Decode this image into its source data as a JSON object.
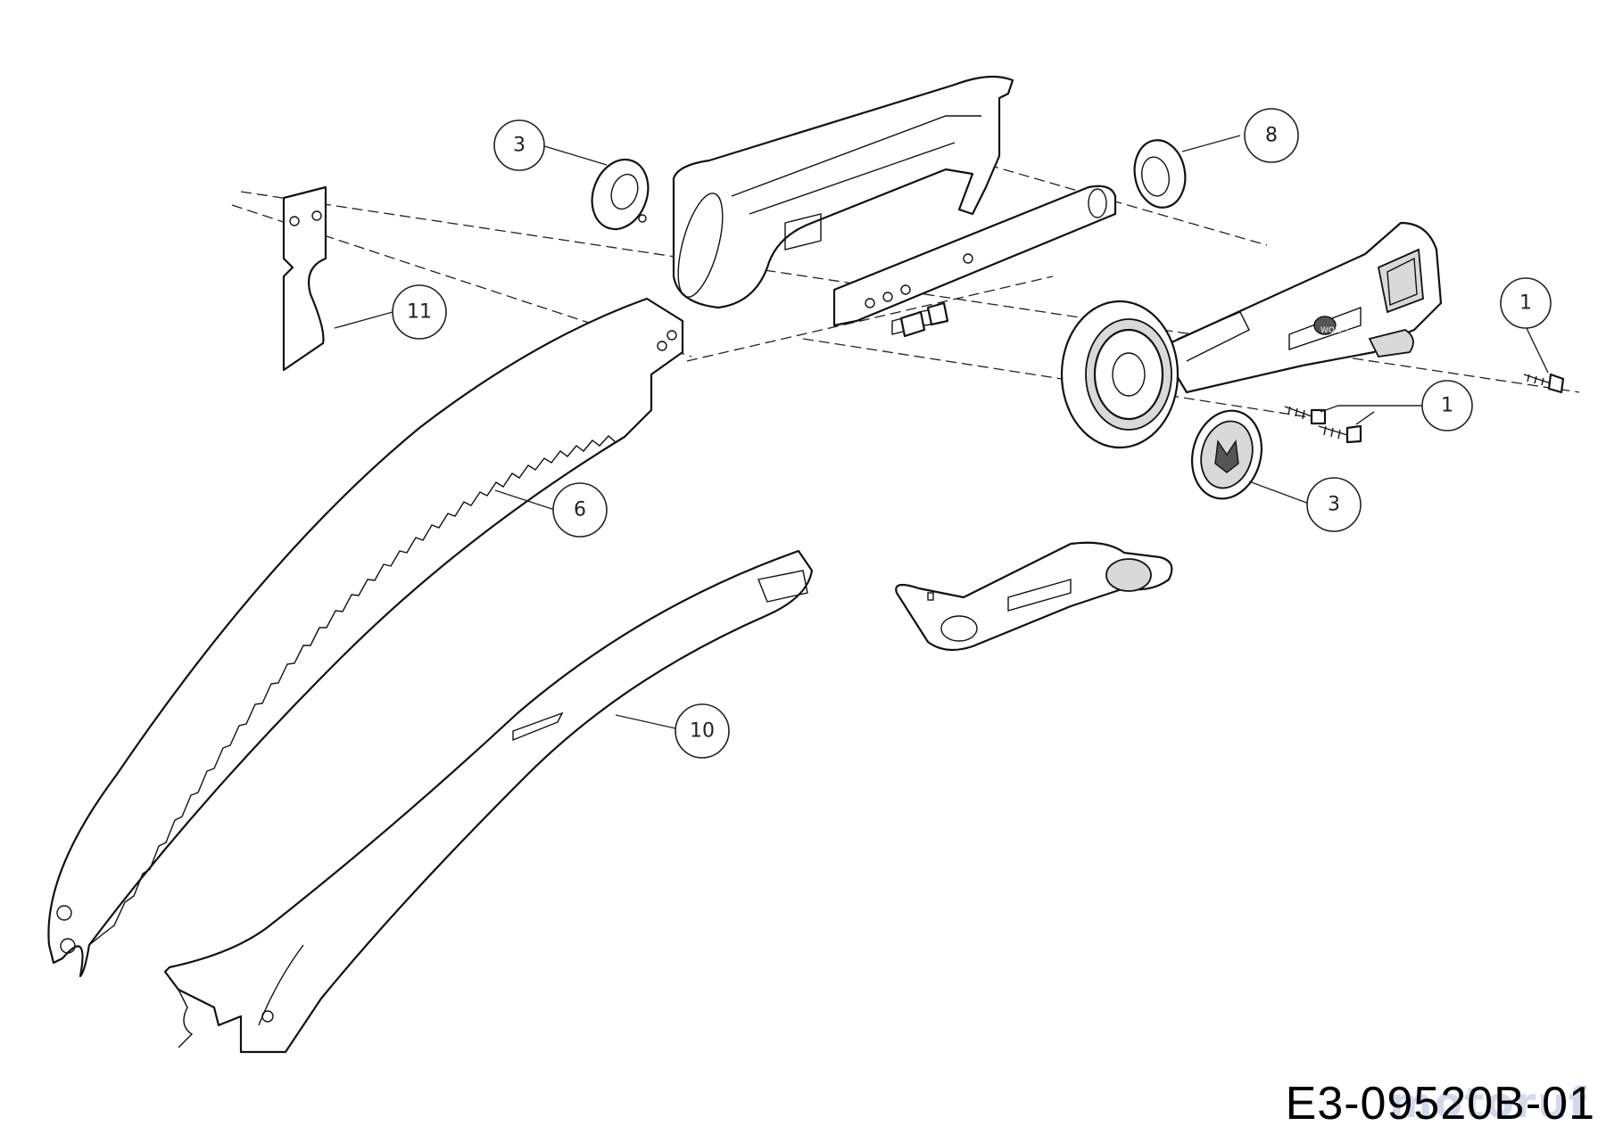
{
  "callouts": [
    {
      "label": "3"
    },
    {
      "label": "8"
    },
    {
      "label": "11"
    },
    {
      "label": "1"
    },
    {
      "label": "1"
    },
    {
      "label": "6"
    },
    {
      "label": "3"
    },
    {
      "label": "10"
    }
  ],
  "drawing_code": "E3-09520B-01",
  "watermark_text": "motoruf",
  "logo_text": "WOLF Garten"
}
